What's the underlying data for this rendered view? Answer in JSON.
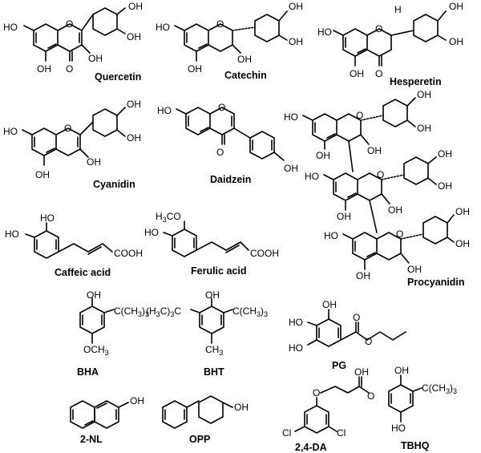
{
  "compounds": {
    "quercetin": "Quercetin",
    "catechin": "Catechin",
    "hesperetin": "Hesperetin",
    "cyanidin": "Cyanidin",
    "daidzein": "Daidzein",
    "procyanidin": "Procyanidin",
    "caffeic_acid": "Caffeic acid",
    "ferulic_acid": "Ferulic acid",
    "bha": "BHA",
    "bht": "BHT",
    "pg": "PG",
    "nl2": "2-NL",
    "opp": "OPP",
    "da24": "2,4-DA",
    "tbhq": "TBHQ"
  },
  "atoms": {
    "oh": "OH",
    "ho": "HO",
    "o": "O",
    "cl": "Cl",
    "h": "H",
    "cooh": "COOH",
    "och3": "OCH",
    "ch3": "CH",
    "h3co": "H",
    "sub3": "3",
    "co_tail": "CO",
    "tbu": "C(CH",
    "tbu_close": ")",
    "h3c_left": "(H",
    "h3c_mid": "C)",
    "h3c_c": "C"
  }
}
